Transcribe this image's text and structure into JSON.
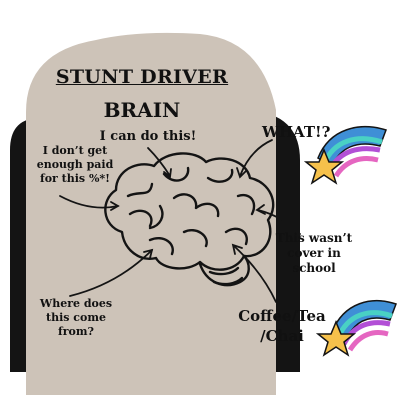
{
  "title": "STUNT DRIVER",
  "subtitle": "BRAIN",
  "labels": {
    "can_do": "I can do this!",
    "not_paid": "I don’t get enough paid for this %*!",
    "what": "WHAT!?",
    "school": "This wasn’t cover in school",
    "where": "Where does this come from?",
    "coffee": "Coffee/Tea /Chai"
  },
  "colors": {
    "card": "#cdc3b8",
    "shadow": "#141414",
    "star": "#f6c14b",
    "trail": [
      "#3f8fd6",
      "#49d1c4",
      "#b24fd6",
      "#e566c1"
    ]
  },
  "icons": [
    "brain-icon",
    "shooting-star-icon"
  ]
}
